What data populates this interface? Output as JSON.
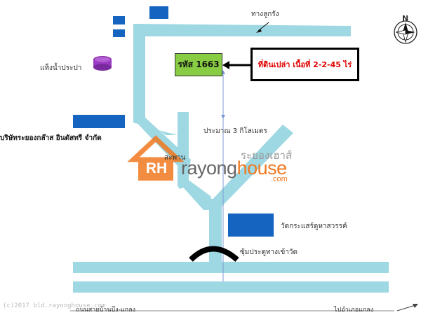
{
  "plot": {
    "code_label": "รหัส 1663"
  },
  "callout": {
    "text": "ที่ดินเปล่า เนื้อที่ 2-2-45 ไร่"
  },
  "labels": {
    "dirt_road": "ทางลูกรัง",
    "water_tank": "แท็งน้ำประปา",
    "company": "บริษัทระยองกล๊าส อินดัสทรี จำกัด",
    "bridge": "สะพาน",
    "distance": "ประมาณ 3 กิโลเมตร",
    "temple": "วัดกระแสร์ดูหาสวรรค์",
    "temple_gate": "ซุ้มประตูทางเข้าวัด",
    "road_left": "ถนนสายบ้านบึง-แกลง",
    "road_right": "ไปอำเภอแกลง",
    "compass_n": "N"
  },
  "watermark": {
    "logo": "RH",
    "brand_a": "rayong",
    "brand_b": "house",
    "thai": "ระยองเฮาส์",
    "domain": ".com"
  },
  "copyright": "(c)2017 bld.rayonghouse.com"
}
